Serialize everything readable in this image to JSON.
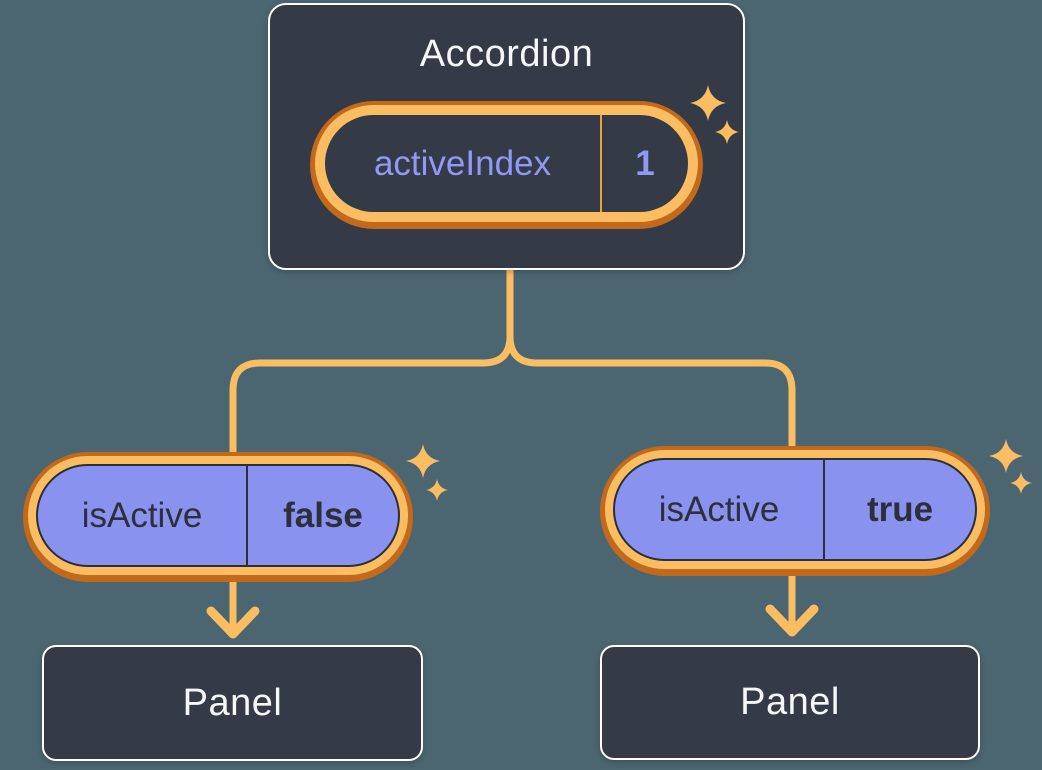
{
  "colors": {
    "background": "#4C6671",
    "box-fill": "#343A46",
    "box-border": "#FFFFFF",
    "accent-light": "#FABD62",
    "accent-dark": "#C2691C",
    "amber-divider": "#E9A33D",
    "purple-fill": "#8A92F0",
    "purple-text": "#9099F6",
    "dark-text": "#2B303A",
    "light-text": "#F6F7F9",
    "pill-stroke": "#2A2F38"
  },
  "icons": {
    "sparkle": "four-point-star",
    "arrow": "down-arrow-chevron"
  },
  "accordion": {
    "title": "Accordion",
    "state": {
      "name": "activeIndex",
      "value": "1"
    }
  },
  "children": [
    {
      "prop": {
        "name": "isActive",
        "value": "false"
      },
      "panel": {
        "title": "Panel"
      }
    },
    {
      "prop": {
        "name": "isActive",
        "value": "true"
      },
      "panel": {
        "title": "Panel"
      }
    }
  ]
}
